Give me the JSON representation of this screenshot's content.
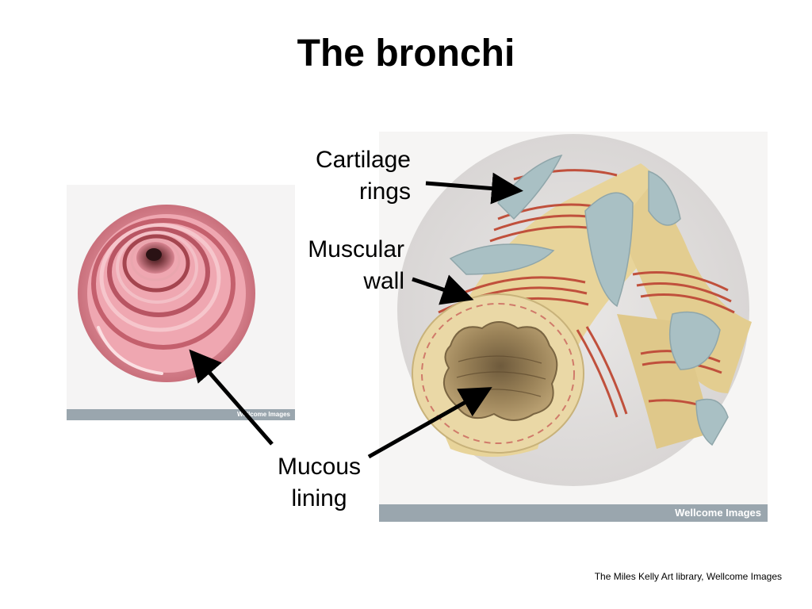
{
  "slide": {
    "title": "The bronchi",
    "footer": "The Miles Kelly Art library, Wellcome Images"
  },
  "images": {
    "left": {
      "credit": "Wellcome Images",
      "credit_bar_color": "#9aa6ae"
    },
    "right": {
      "credit": "Wellcome Images",
      "credit_bar_color": "#9aa6ae"
    }
  },
  "labels": {
    "cartilage": {
      "line1": "Cartilage",
      "line2": "rings"
    },
    "muscular": {
      "line1": "Muscular",
      "line2": "wall"
    },
    "mucous": {
      "line1": "Mucous",
      "line2": "lining"
    }
  },
  "colors": {
    "mucosa_pink": "#d97a86",
    "cartilage_grey": "#a9c0c4",
    "muscle_red": "#c0503c",
    "tube_cream": "#e8d49a",
    "lumen_brown": "#8a7350"
  }
}
